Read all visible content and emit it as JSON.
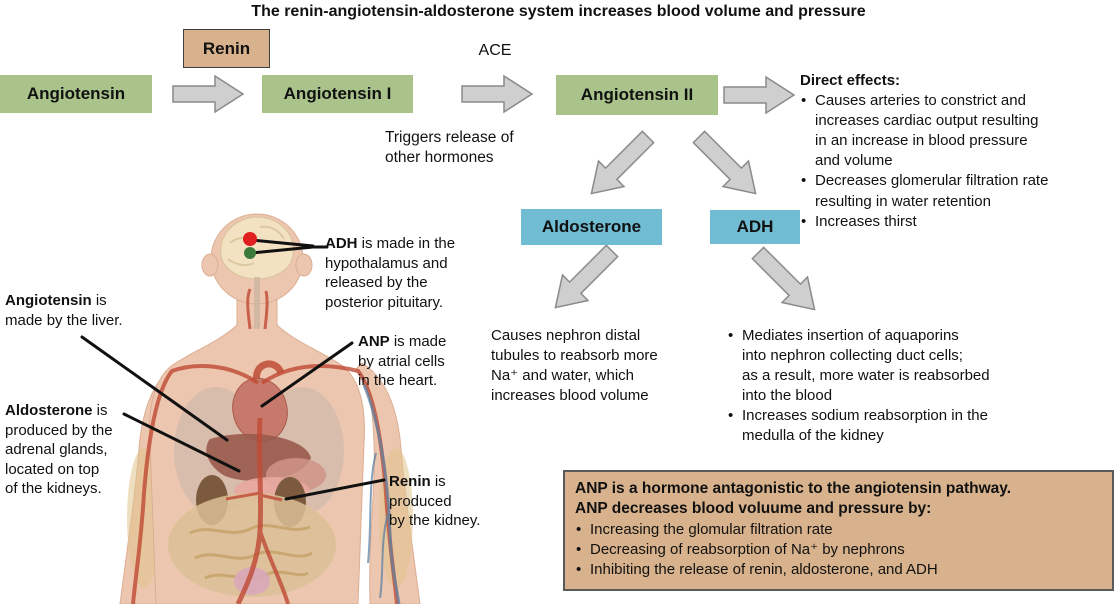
{
  "title": "The renin-angiotensin-aldosterone system increases blood volume and pressure",
  "colors": {
    "green": "#a9c38b",
    "blue": "#6fbcd3",
    "tan": "#d8b28c",
    "arrow-fill": "#cfcfcf",
    "arrow-stroke": "#8a8a8a",
    "line": "#111111",
    "skin": "#ecc6ae"
  },
  "flow": {
    "angiotensin": "Angiotensin",
    "renin": "Renin",
    "ace": "ACE",
    "angiotensin_i": "Angiotensin I",
    "angiotensin_ii": "Angiotensin II",
    "triggers": "Triggers release of\nother hormones",
    "aldosterone": "Aldosterone",
    "adh": "ADH"
  },
  "direct_effects": {
    "heading": "Direct effects:",
    "bullets": [
      "Causes arteries to constrict and\nincreases cardiac output resulting\nin an increase in blood pressure\nand volume",
      "Decreases glomerular filtration rate\nresulting in water retention",
      "Increases thirst"
    ]
  },
  "aldosterone_effect": "Causes nephron distal\ntubules to reabsorb more\nNa⁺ and water, which\nincreases blood volume",
  "adh_effects": {
    "bullets": [
      "Mediates insertion of aquaporins\ninto nephron collecting duct cells;\nas a result, more water is reabsorbed\ninto the blood",
      "Increases sodium reabsorption in the\nmedulla of the kidney"
    ]
  },
  "anp_box": {
    "heading1": "ANP is a hormone antagonistic to the angiotensin pathway.",
    "heading2": "ANP decreases blood voluume and pressure by:",
    "bullets": [
      "Increasing the glomular filtration rate",
      "Decreasing of reabsorption of Na⁺ by nephrons",
      "Inhibiting the release of renin, aldosterone, and ADH"
    ]
  },
  "body_labels": {
    "adh": {
      "term": "ADH",
      "rest": " is made in the\nhypothalamus and\nreleased by the\nposterior pituitary."
    },
    "angiotensin": {
      "term": "Angiotensin",
      "rest": " is\nmade by the liver."
    },
    "anp": {
      "term": "ANP",
      "rest": " is made\nby atrial cells\nin the heart."
    },
    "aldosterone": {
      "term": "Aldosterone",
      "rest": " is\nproduced by the\nadrenal glands,\nlocated on top\nof the kidneys."
    },
    "renin": {
      "term": "Renin",
      "rest": " is\nproduced\nby the kidney."
    }
  }
}
